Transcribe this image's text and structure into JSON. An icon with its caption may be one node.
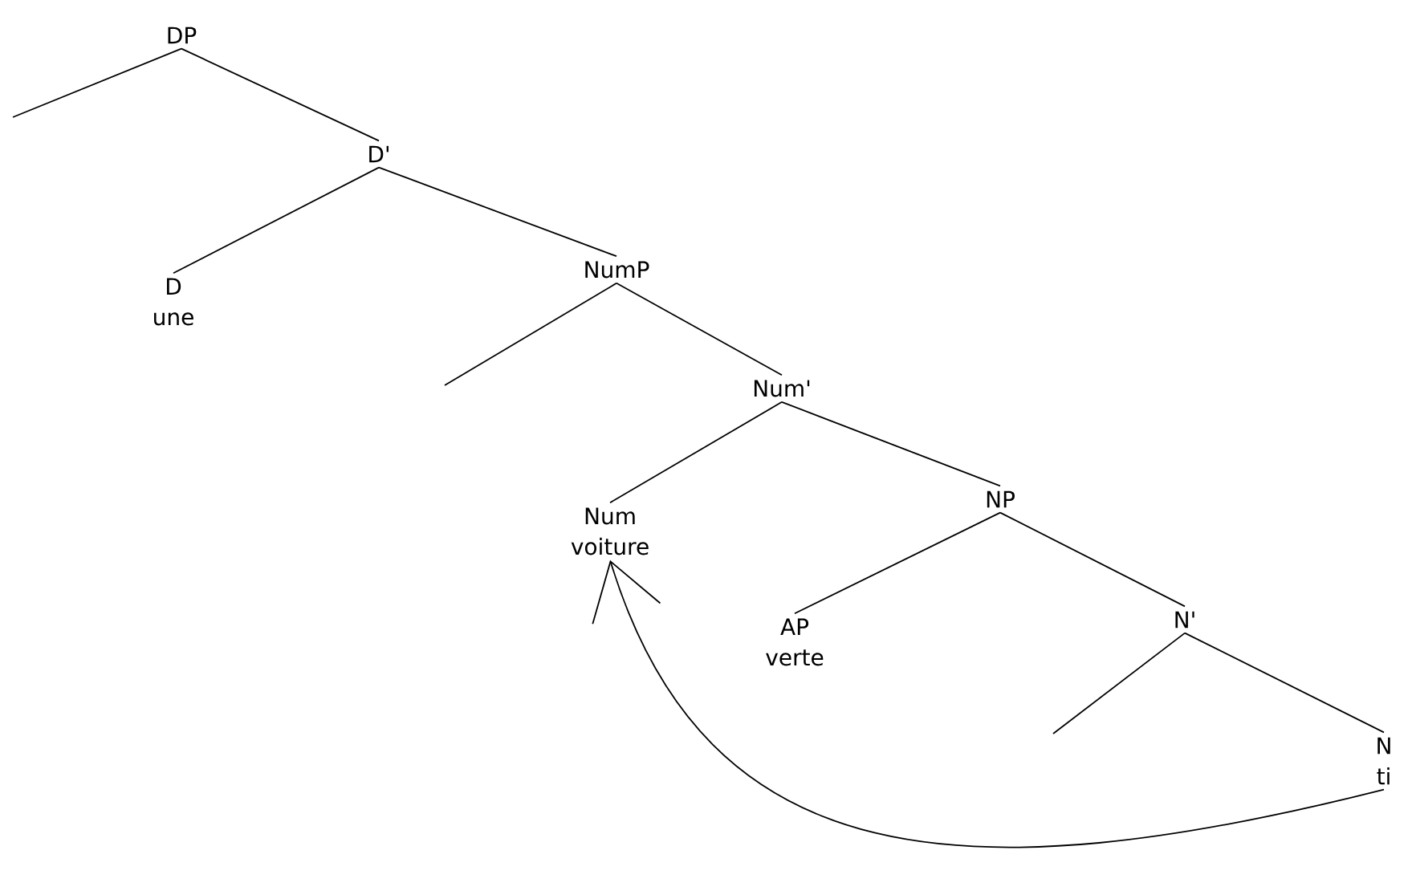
{
  "diagram": {
    "nodes": [
      {
        "text": [
          "DP"
        ]
      },
      {
        "text": [
          "D'"
        ]
      },
      {
        "text": [
          "D",
          "une"
        ]
      },
      {
        "text": [
          "NumP"
        ]
      },
      {
        "text": [
          "Num'"
        ]
      },
      {
        "text": [
          "Num",
          "voiture"
        ]
      },
      {
        "text": [
          "NP"
        ]
      },
      {
        "text": [
          "AP",
          "verte"
        ]
      },
      {
        "text": [
          "N'"
        ]
      },
      {
        "text": [
          "N",
          "ti"
        ]
      }
    ],
    "edges": [
      {
        "from": 0,
        "to": null,
        "arrow": "none"
      },
      {
        "from": 0,
        "to": 1,
        "arrow": "none"
      },
      {
        "from": 1,
        "to": 2,
        "arrow": "none"
      },
      {
        "from": 1,
        "to": 3,
        "arrow": "none"
      },
      {
        "from": 3,
        "to": null,
        "arrow": "none"
      },
      {
        "from": 3,
        "to": 4,
        "arrow": "none"
      },
      {
        "from": 4,
        "to": 5,
        "arrow": "none"
      },
      {
        "from": 4,
        "to": 6,
        "arrow": "none"
      },
      {
        "from": 6,
        "to": 7,
        "arrow": "none"
      },
      {
        "from": 6,
        "to": 8,
        "arrow": "none"
      },
      {
        "from": 8,
        "to": null,
        "arrow": "none"
      },
      {
        "from": 8,
        "to": 9,
        "arrow": "none"
      },
      {
        "from": 9,
        "to": 5,
        "arrow": "to"
      }
    ]
  }
}
